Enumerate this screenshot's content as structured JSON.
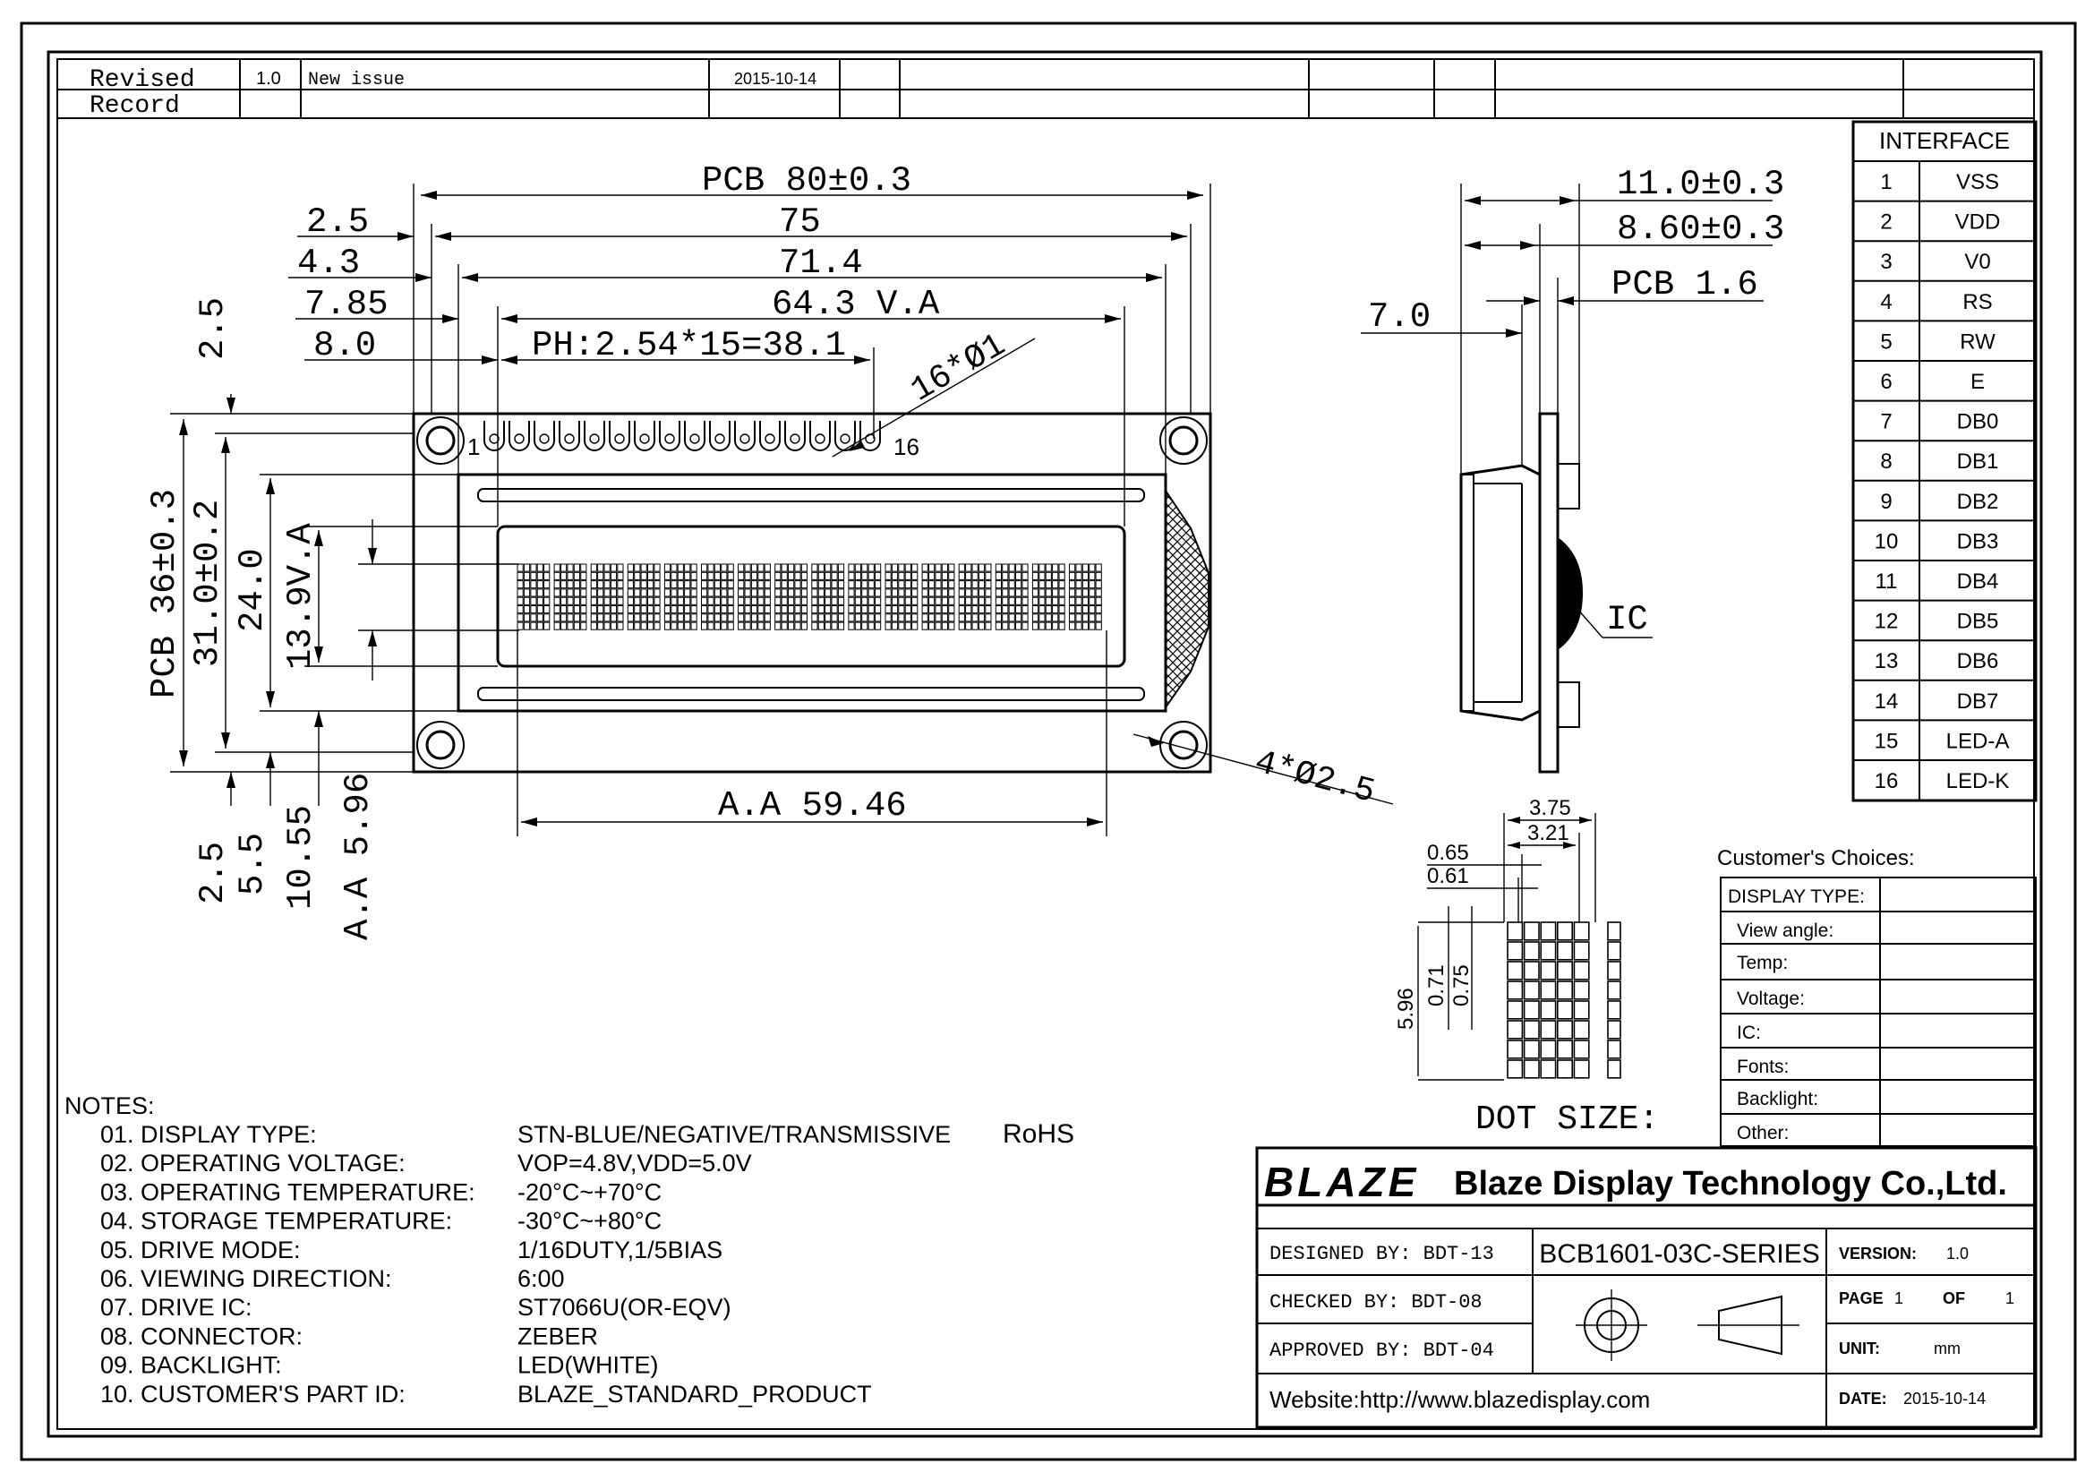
{
  "revision": {
    "label_line1": "Revised",
    "label_line2": "Record",
    "version": "1.0",
    "description": "New issue",
    "date": "2015-10-14"
  },
  "front_view": {
    "dims": {
      "pcb_width": "PCB 80±0.3",
      "width_75": "75",
      "width_714": "71.4",
      "va_width": "64.3 V.A",
      "pin_pitch": "PH:2.54*15=38.1",
      "left_25": "2.5",
      "left_43": "4.3",
      "left_785": "7.85",
      "left_80": "8.0",
      "top_25": "2.5",
      "pin_holes": "16*Ø1",
      "pcb_height": "PCB 36±0.3",
      "height_310": "31.0±0.2",
      "height_240": "24.0",
      "va_height": "13.9V.A",
      "bottom_25": "2.5",
      "bottom_55": "5.5",
      "bottom_1055": "10.55",
      "aa_height": "A.A 5.96",
      "aa_width": "A.A 59.46",
      "mount_holes": "4*Ø2.5",
      "pin_first": "1",
      "pin_last": "16"
    }
  },
  "side_view": {
    "dims": {
      "thickness": "11.0±0.3",
      "thickness_860": "8.60±0.3",
      "pcb_thickness": "PCB 1.6",
      "dim_70": "7.0",
      "ic_label": "IC"
    }
  },
  "dot_size": {
    "title": "DOT SIZE:",
    "d375": "3.75",
    "d321": "3.21",
    "d065": "0.65",
    "d061": "0.61",
    "d596": "5.96",
    "d071": "0.71",
    "d075": "0.75"
  },
  "interface": {
    "title": "INTERFACE",
    "pins": [
      {
        "no": "1",
        "name": "VSS"
      },
      {
        "no": "2",
        "name": "VDD"
      },
      {
        "no": "3",
        "name": "V0"
      },
      {
        "no": "4",
        "name": "RS"
      },
      {
        "no": "5",
        "name": "RW"
      },
      {
        "no": "6",
        "name": "E"
      },
      {
        "no": "7",
        "name": "DB0"
      },
      {
        "no": "8",
        "name": "DB1"
      },
      {
        "no": "9",
        "name": "DB2"
      },
      {
        "no": "10",
        "name": "DB3"
      },
      {
        "no": "11",
        "name": "DB4"
      },
      {
        "no": "12",
        "name": "DB5"
      },
      {
        "no": "13",
        "name": "DB6"
      },
      {
        "no": "14",
        "name": "DB7"
      },
      {
        "no": "15",
        "name": "LED-A"
      },
      {
        "no": "16",
        "name": "LED-K"
      }
    ]
  },
  "customer_choices": {
    "title": "Customer's Choices:",
    "rows": [
      "DISPLAY TYPE:",
      "View angle:",
      "Temp:",
      "Voltage:",
      "IC:",
      "Fonts:",
      "Backlight:",
      "Other:"
    ]
  },
  "notes": {
    "title": "NOTES:",
    "items": [
      {
        "label": "01. DISPLAY TYPE:",
        "value": "STN-BLUE/NEGATIVE/TRANSMISSIVE",
        "extra": "RoHS"
      },
      {
        "label": "02. OPERATING VOLTAGE:",
        "value": "VOP=4.8V,VDD=5.0V"
      },
      {
        "label": "03. OPERATING TEMPERATURE:",
        "value": "-20°C~+70°C"
      },
      {
        "label": "04. STORAGE TEMPERATURE:",
        "value": "-30°C~+80°C"
      },
      {
        "label": "05. DRIVE MODE:",
        "value": "1/16DUTY,1/5BIAS"
      },
      {
        "label": "06. VIEWING DIRECTION:",
        "value": "6:00"
      },
      {
        "label": "07. DRIVE IC:",
        "value": "ST7066U(OR-EQV)"
      },
      {
        "label": "08. CONNECTOR:",
        "value": "ZEBER"
      },
      {
        "label": "09. BACKLIGHT:",
        "value": "LED(WHITE)"
      },
      {
        "label": "10. CUSTOMER'S PART ID:",
        "value": "BLAZE_STANDARD_PRODUCT"
      }
    ]
  },
  "title_block": {
    "logo_text": "BLAZE",
    "company": "Blaze Display Technology Co.,Ltd.",
    "designed_by": "DESIGNED BY: BDT-13",
    "checked_by": "CHECKED BY: BDT-08",
    "approved_by": "APPROVED BY: BDT-04",
    "website": "Website:http://www.blazedisplay.com",
    "part_no": "BCB1601-03C-SERIES",
    "version_label": "VERSION:",
    "version_value": "1.0",
    "page_label": "PAGE",
    "page_no": "1",
    "of_label": "OF",
    "page_total": "1",
    "unit_label": "UNIT:",
    "unit_value": "mm",
    "date_label": "DATE:",
    "date_value": "2015-10-14"
  }
}
